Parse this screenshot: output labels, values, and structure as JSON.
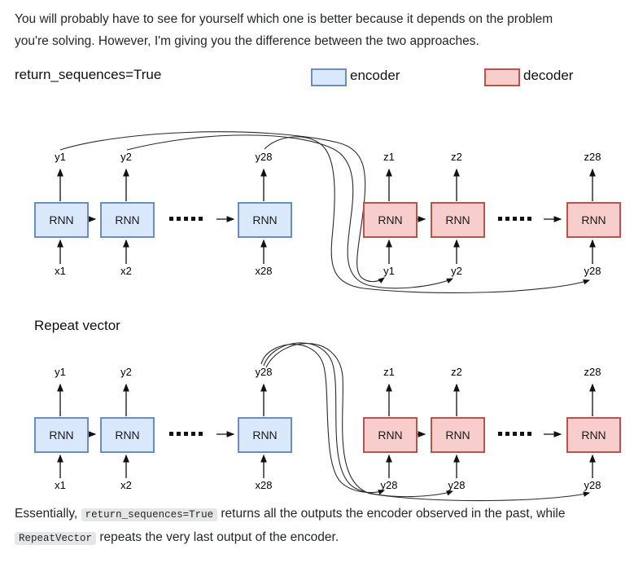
{
  "intro": {
    "line1": "You will probably have to see for yourself which one is better because it depends on the problem",
    "line2": "you're solving. However, I'm giving you the difference between the two approaches."
  },
  "legend": {
    "encoder_label": "encoder",
    "decoder_label": "decoder"
  },
  "colors": {
    "encoder_fill": "#dae8fc",
    "encoder_border": "#6c8ebf",
    "decoder_fill": "#f8cecc",
    "decoder_border": "#b85450",
    "code_background": "#e4e6e8",
    "text": "#242729"
  },
  "diagram1": {
    "title": "return_sequences=True",
    "encoder": {
      "box_label": "RNN",
      "outputs": [
        "y1",
        "y2",
        "y28"
      ],
      "inputs": [
        "x1",
        "x2",
        "x28"
      ]
    },
    "decoder": {
      "box_label": "RNN",
      "outputs": [
        "z1",
        "z2",
        "z28"
      ],
      "inputs": [
        "y1",
        "y2",
        "y28"
      ]
    }
  },
  "diagram2": {
    "title": "Repeat vector",
    "encoder": {
      "box_label": "RNN",
      "outputs": [
        "y1",
        "y2",
        "y28"
      ],
      "inputs": [
        "x1",
        "x2",
        "x28"
      ]
    },
    "decoder": {
      "box_label": "RNN",
      "outputs": [
        "z1",
        "z2",
        "z28"
      ],
      "inputs": [
        "y28",
        "y28",
        "y28"
      ]
    }
  },
  "footer": {
    "prefix": "Essentially, ",
    "code1": "return_sequences=True",
    "middle": " returns all the outputs the encoder observed in the past, while",
    "code2": "RepeatVector",
    "suffix": " repeats the very last output of the encoder."
  }
}
